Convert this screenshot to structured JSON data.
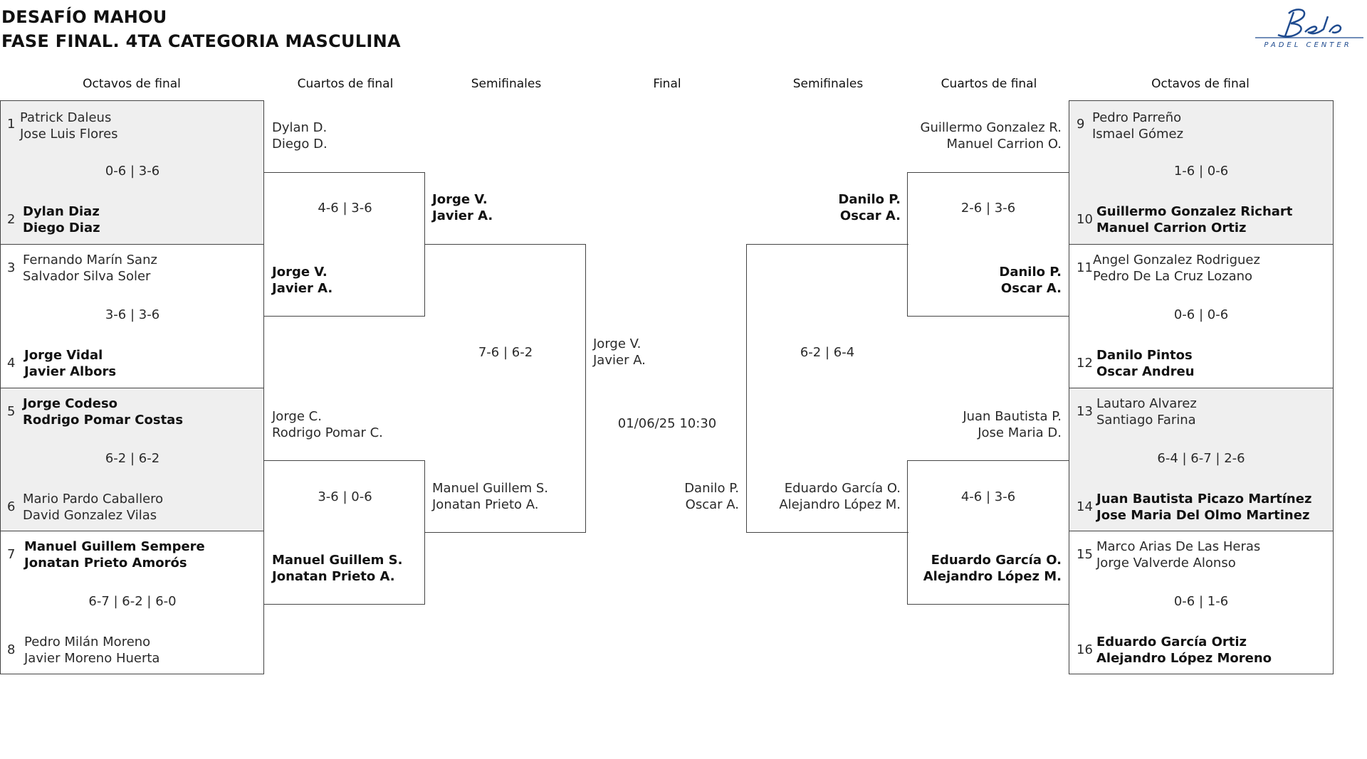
{
  "header": {
    "title_line1": "DESAFÍO MAHOU",
    "title_line2": "FASE FINAL. 4TA CATEGORIA MASCULINA",
    "logo_text": "PADEL CENTER",
    "brand_color": "#1f4b8f"
  },
  "rounds": {
    "left_r16": "Octavos de final",
    "left_qf": "Cuartos de final",
    "left_sf": "Semifinales",
    "final": "Final",
    "right_sf": "Semifinales",
    "right_qf": "Cuartos de final",
    "right_r16": "Octavos de final"
  },
  "left_r16": [
    {
      "score": "0-6 | 3-6",
      "top": {
        "seed": "1",
        "p1": "Patrick Daleus",
        "p2": "Jose Luis Flores"
      },
      "bottom": {
        "seed": "2",
        "p1": "Dylan Diaz",
        "p2": "Diego Diaz"
      }
    },
    {
      "score": "3-6 | 3-6",
      "top": {
        "seed": "3",
        "p1": "Fernando Marín Sanz",
        "p2": "Salvador Silva Soler"
      },
      "bottom": {
        "seed": "4",
        "p1": "Jorge Vidal",
        "p2": "Javier Albors"
      }
    },
    {
      "score": "6-2 | 6-2",
      "top": {
        "seed": "5",
        "p1": "Jorge Codeso",
        "p2": "Rodrigo Pomar Costas"
      },
      "bottom": {
        "seed": "6",
        "p1": "Mario Pardo Caballero",
        "p2": "David Gonzalez Vilas"
      }
    },
    {
      "score": "6-7 | 6-2 | 6-0",
      "top": {
        "seed": "7",
        "p1": "Manuel Guillem Sempere",
        "p2": "Jonatan Prieto Amorós"
      },
      "bottom": {
        "seed": "8",
        "p1": "Pedro Milán Moreno",
        "p2": "Javier Moreno Huerta"
      }
    }
  ],
  "right_r16": [
    {
      "score": "1-6 | 0-6",
      "top": {
        "seed": "9",
        "p1": "Pedro Parreño",
        "p2": "Ismael Gómez"
      },
      "bottom": {
        "seed": "10",
        "p1": "Guillermo Gonzalez Richart",
        "p2": "Manuel Carrion Ortiz"
      }
    },
    {
      "score": "0-6 | 0-6",
      "top": {
        "seed": "11",
        "p1": "Angel Gonzalez Rodriguez",
        "p2": "Pedro De La Cruz Lozano"
      },
      "bottom": {
        "seed": "12",
        "p1": "Danilo Pintos",
        "p2": "Oscar Andreu"
      }
    },
    {
      "score": "6-4 | 6-7 | 2-6",
      "top": {
        "seed": "13",
        "p1": "Lautaro Alvarez",
        "p2": "Santiago Farina"
      },
      "bottom": {
        "seed": "14",
        "p1": "Juan Bautista Picazo Martínez",
        "p2": "Jose Maria Del Olmo Martinez"
      }
    },
    {
      "score": "0-6 | 1-6",
      "top": {
        "seed": "15",
        "p1": "Marco Arias De Las Heras",
        "p2": "Jorge Valverde Alonso"
      },
      "bottom": {
        "seed": "16",
        "p1": "Eduardo García Ortiz",
        "p2": "Alejandro López Moreno"
      }
    }
  ],
  "left_qf": [
    {
      "score": "4-6 | 3-6",
      "top": {
        "p1": "Dylan D.",
        "p2": "Diego D."
      },
      "bottom": {
        "p1": "Jorge V.",
        "p2": "Javier A."
      }
    },
    {
      "score": "3-6 | 0-6",
      "top": {
        "p1": "Jorge C.",
        "p2": "Rodrigo Pomar C."
      },
      "bottom": {
        "p1": "Manuel Guillem S.",
        "p2": "Jonatan Prieto A."
      }
    }
  ],
  "right_qf": [
    {
      "score": "2-6 | 3-6",
      "top": {
        "p1": "Guillermo Gonzalez R.",
        "p2": "Manuel Carrion O."
      },
      "bottom": {
        "p1": "Danilo P.",
        "p2": "Oscar A."
      }
    },
    {
      "score": "4-6 | 3-6",
      "top": {
        "p1": "Juan Bautista P.",
        "p2": "Jose Maria D."
      },
      "bottom": {
        "p1": "Eduardo García O.",
        "p2": "Alejandro López M."
      }
    }
  ],
  "left_sf": {
    "score": "7-6 | 6-2",
    "top": {
      "p1": "Jorge V.",
      "p2": "Javier A."
    },
    "bottom": {
      "p1": "Manuel Guillem S.",
      "p2": "Jonatan Prieto A."
    }
  },
  "right_sf": {
    "score": "6-2 | 6-4",
    "top": {
      "p1": "Danilo P.",
      "p2": "Oscar A."
    },
    "bottom": {
      "p1": "Eduardo García O.",
      "p2": "Alejandro López M."
    }
  },
  "final": {
    "top": {
      "p1": "Jorge V.",
      "p2": "Javier A."
    },
    "bottom": {
      "p1": "Danilo P.",
      "p2": "Oscar A."
    },
    "datetime": "01/06/25 10:30"
  }
}
